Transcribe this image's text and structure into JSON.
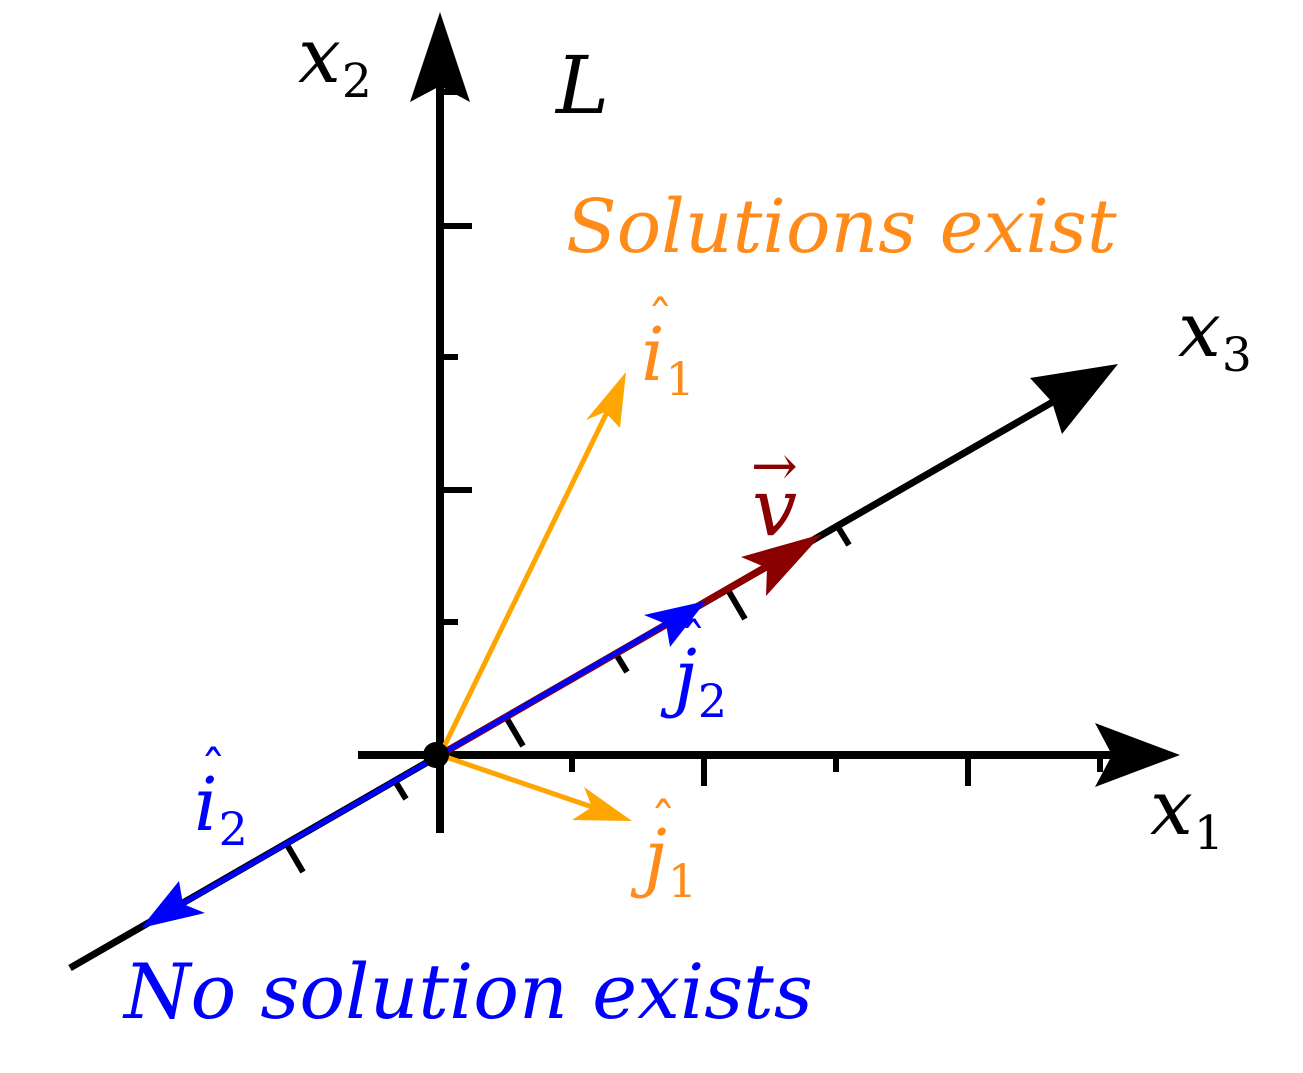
{
  "axes": {
    "x1": {
      "base": "x",
      "sub": "1"
    },
    "x2": {
      "base": "x",
      "sub": "2"
    },
    "x3": {
      "base": "x",
      "sub": "3"
    }
  },
  "line_label": "L",
  "vectors": {
    "i1": {
      "base": "i",
      "sub": "1",
      "accent": "ˆ"
    },
    "j1": {
      "base": "j",
      "sub": "1",
      "accent": "ˆ"
    },
    "i2": {
      "base": "i",
      "sub": "2",
      "accent": "ˆ"
    },
    "j2": {
      "base": "j",
      "sub": "2",
      "accent": "ˆ"
    },
    "v": {
      "base": "v",
      "accent": "→"
    }
  },
  "captions": {
    "solutions": "Solutions exist",
    "no_solution": "No solution exists"
  },
  "colors": {
    "axis": "#000000",
    "orange_vector": "#FFA500",
    "orange_text": "#FF8C1A",
    "blue": "#0000FF",
    "dark_red": "#8B0000"
  }
}
